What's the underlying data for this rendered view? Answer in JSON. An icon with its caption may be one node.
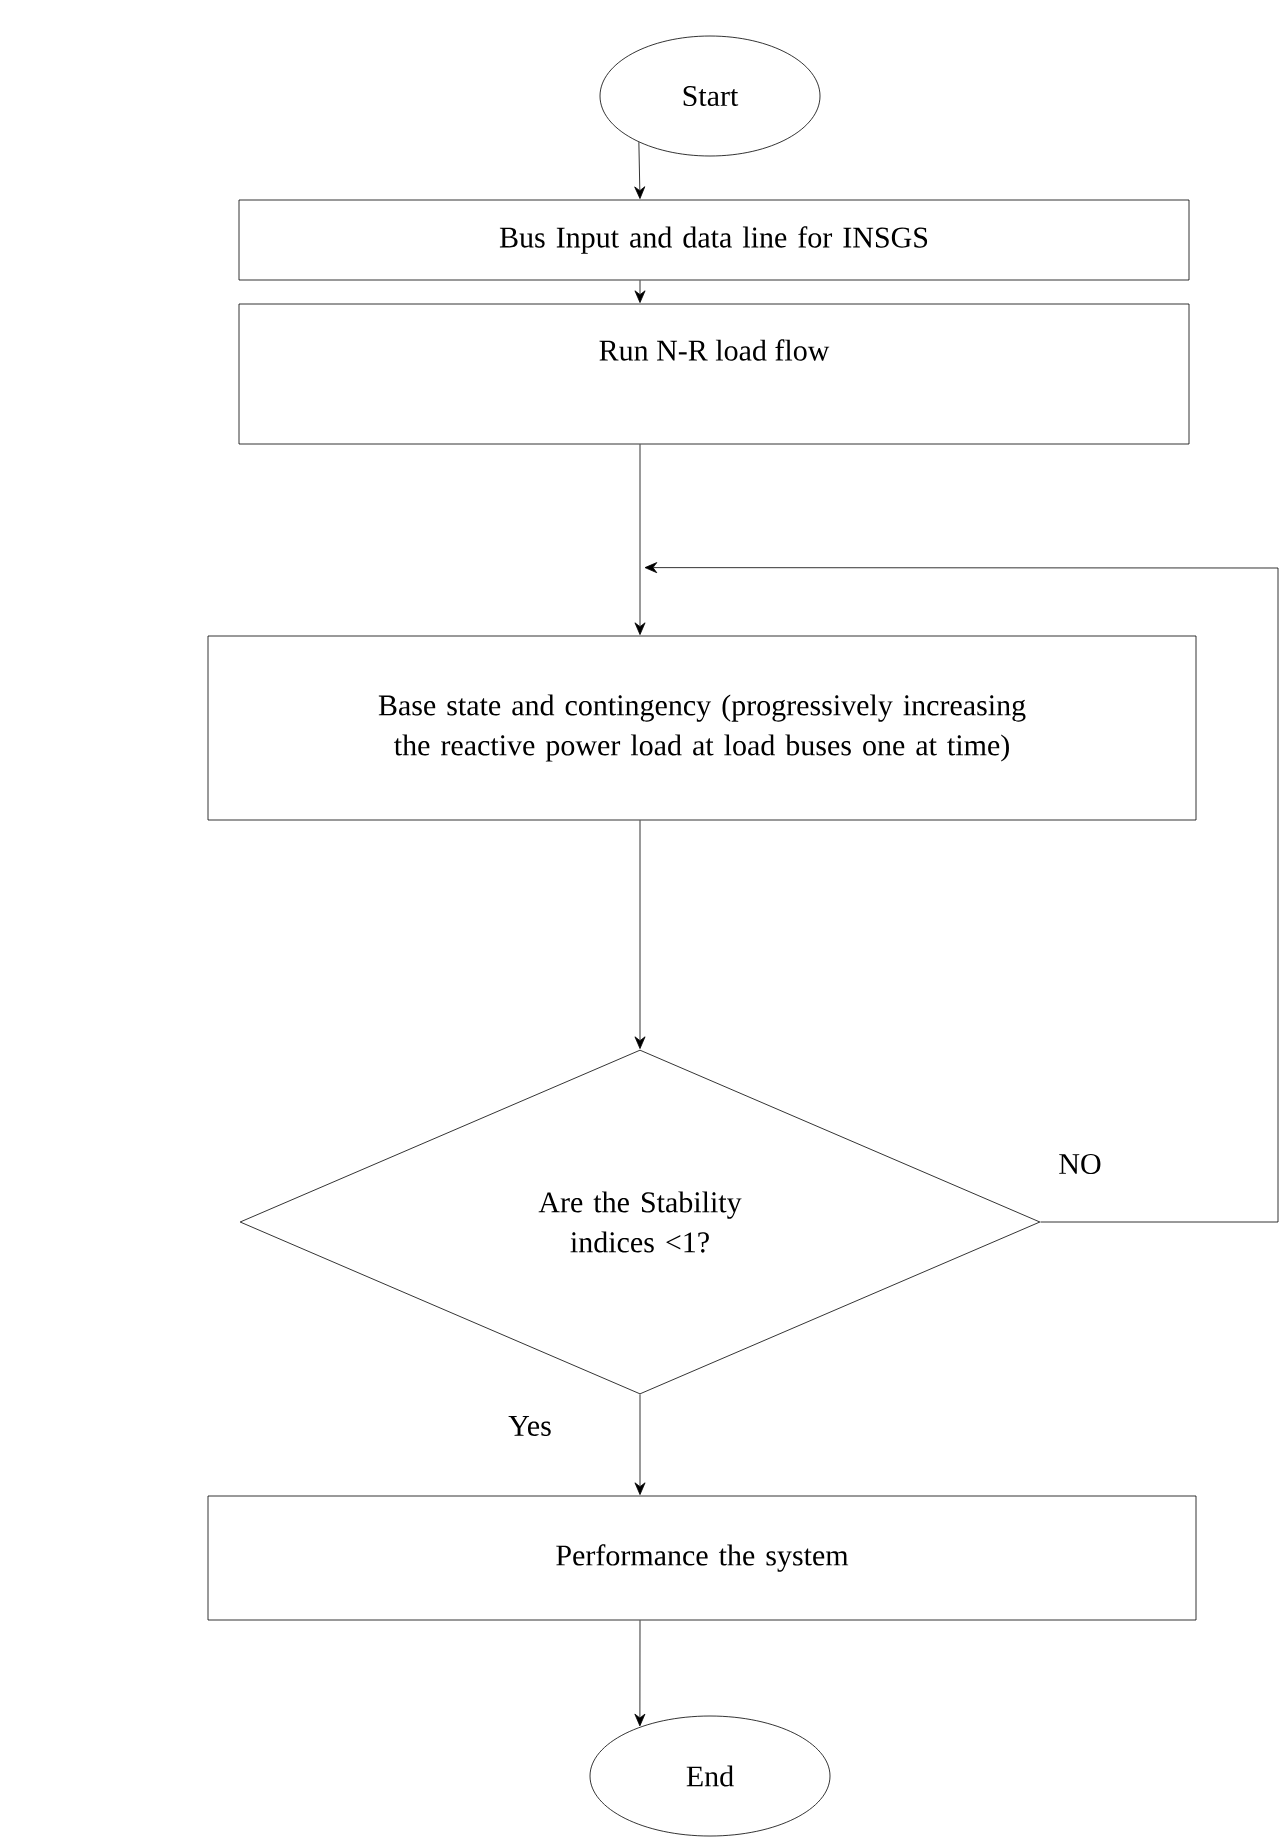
{
  "diagram": {
    "nodes": [
      {
        "text": [
          "Start"
        ]
      },
      {
        "text": [
          "Bus Input and data line for INSGS"
        ]
      },
      {
        "text": [
          "Run N-R load flow"
        ]
      },
      {
        "text": [
          "Base state and contingency (progressively increasing the reactive power load at load buses one at time)"
        ]
      },
      {
        "text": [
          "Are the Stability indices <1?"
        ]
      },
      {
        "text": [
          "Performance the system"
        ]
      },
      {
        "text": [
          "End"
        ]
      }
    ],
    "edges": [
      {
        "from": 0,
        "to": 1,
        "arrow": "to"
      },
      {
        "from": 1,
        "to": 2,
        "arrow": "to"
      },
      {
        "from": 2,
        "to": 3,
        "arrow": "to"
      },
      {
        "from": 3,
        "to": 4,
        "arrow": "to"
      },
      {
        "from": 4,
        "to": 3,
        "arrow": "to",
        "label": "NO"
      },
      {
        "from": 4,
        "to": 5,
        "arrow": "to",
        "label": "Yes"
      },
      {
        "from": 5,
        "to": 6,
        "arrow": "to"
      }
    ]
  }
}
